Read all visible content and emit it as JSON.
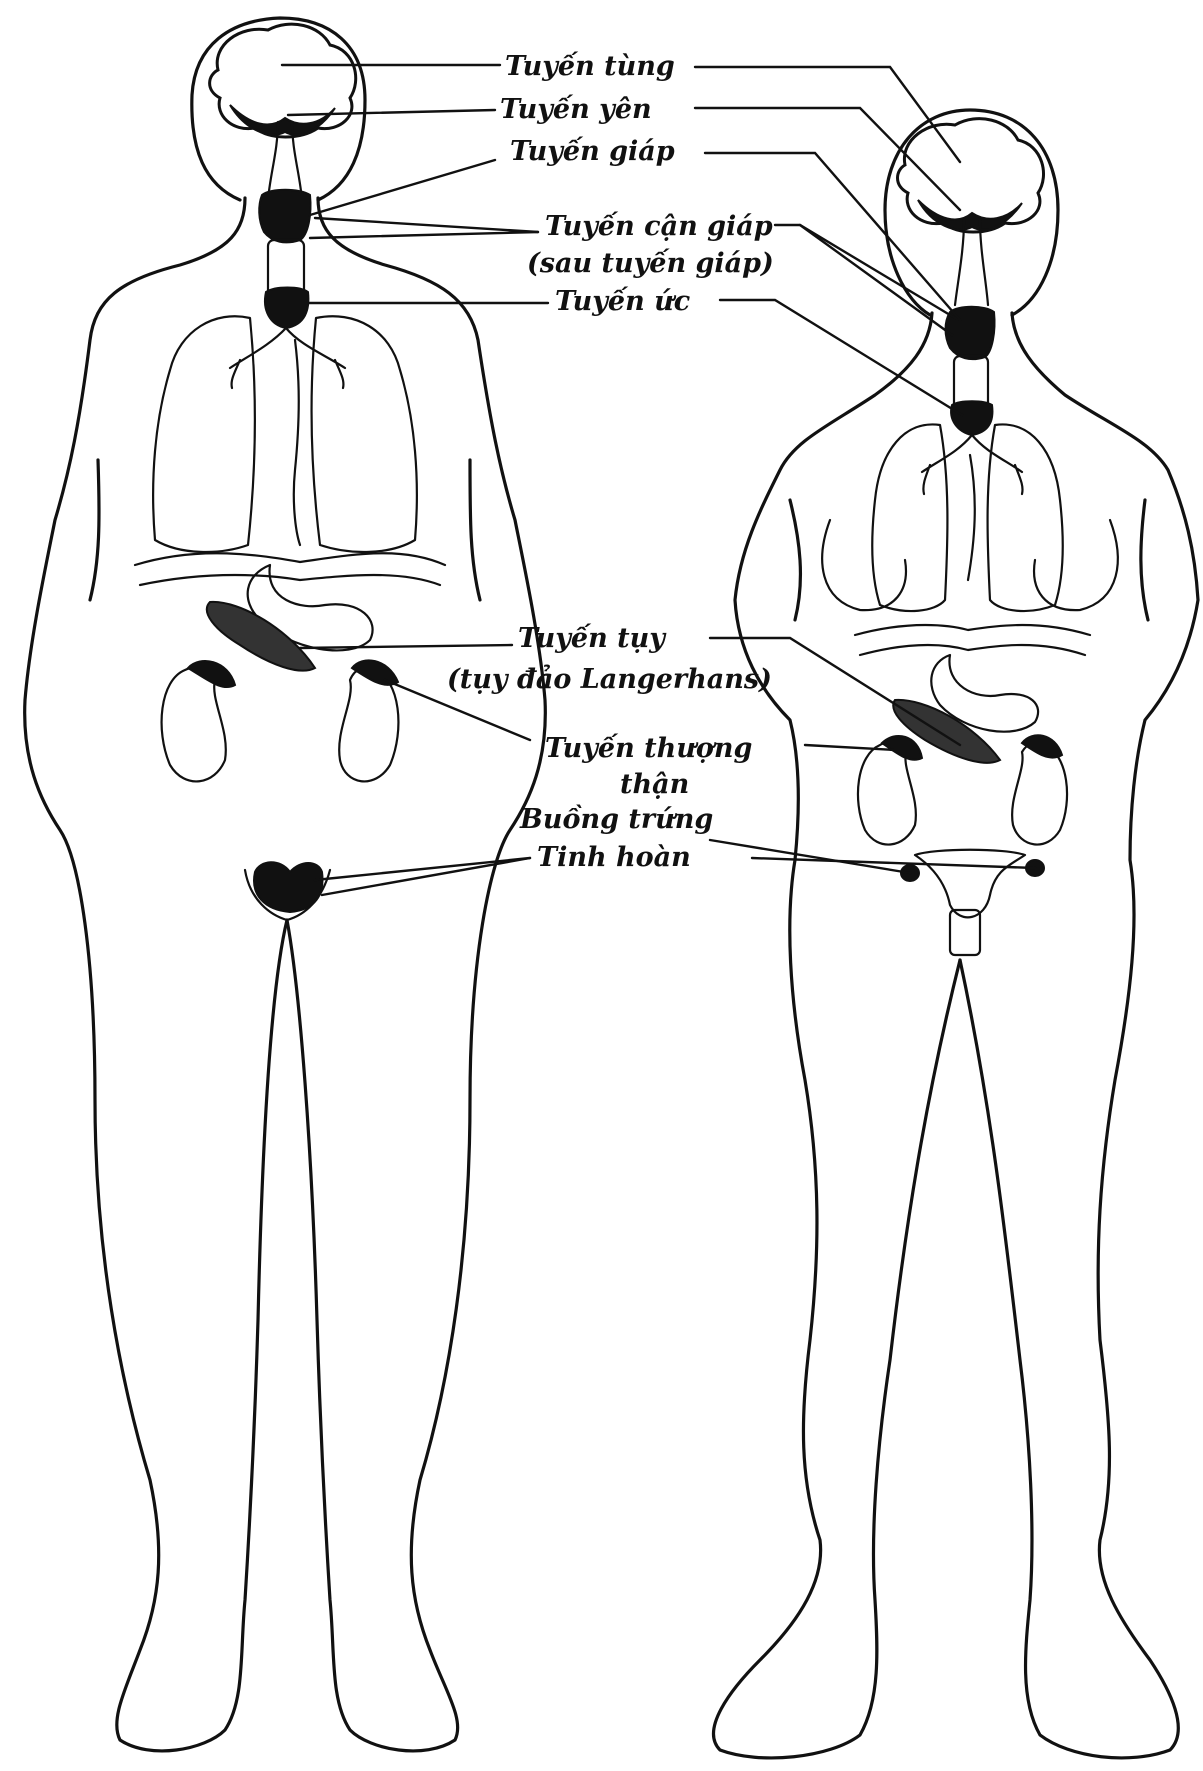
{
  "labels": {
    "pineal": "Tuyến tùng",
    "pituitary": "Tuyến yên",
    "thyroid": "Tuyến giáp",
    "parathyroid_1": "Tuyến cận giáp",
    "parathyroid_2": "(sau tuyến giáp)",
    "thymus": "Tuyến ức",
    "pancreas_1": "Tuyến tụy",
    "pancreas_2": "(tụy đảo Langerhans)",
    "adrenal_1": "Tuyến thượng",
    "adrenal_2": "thận",
    "ovary": "Buồng trứng",
    "testis": "Tinh hoàn"
  },
  "colors": {
    "ink": "#111111",
    "paper": "#ffffff"
  }
}
